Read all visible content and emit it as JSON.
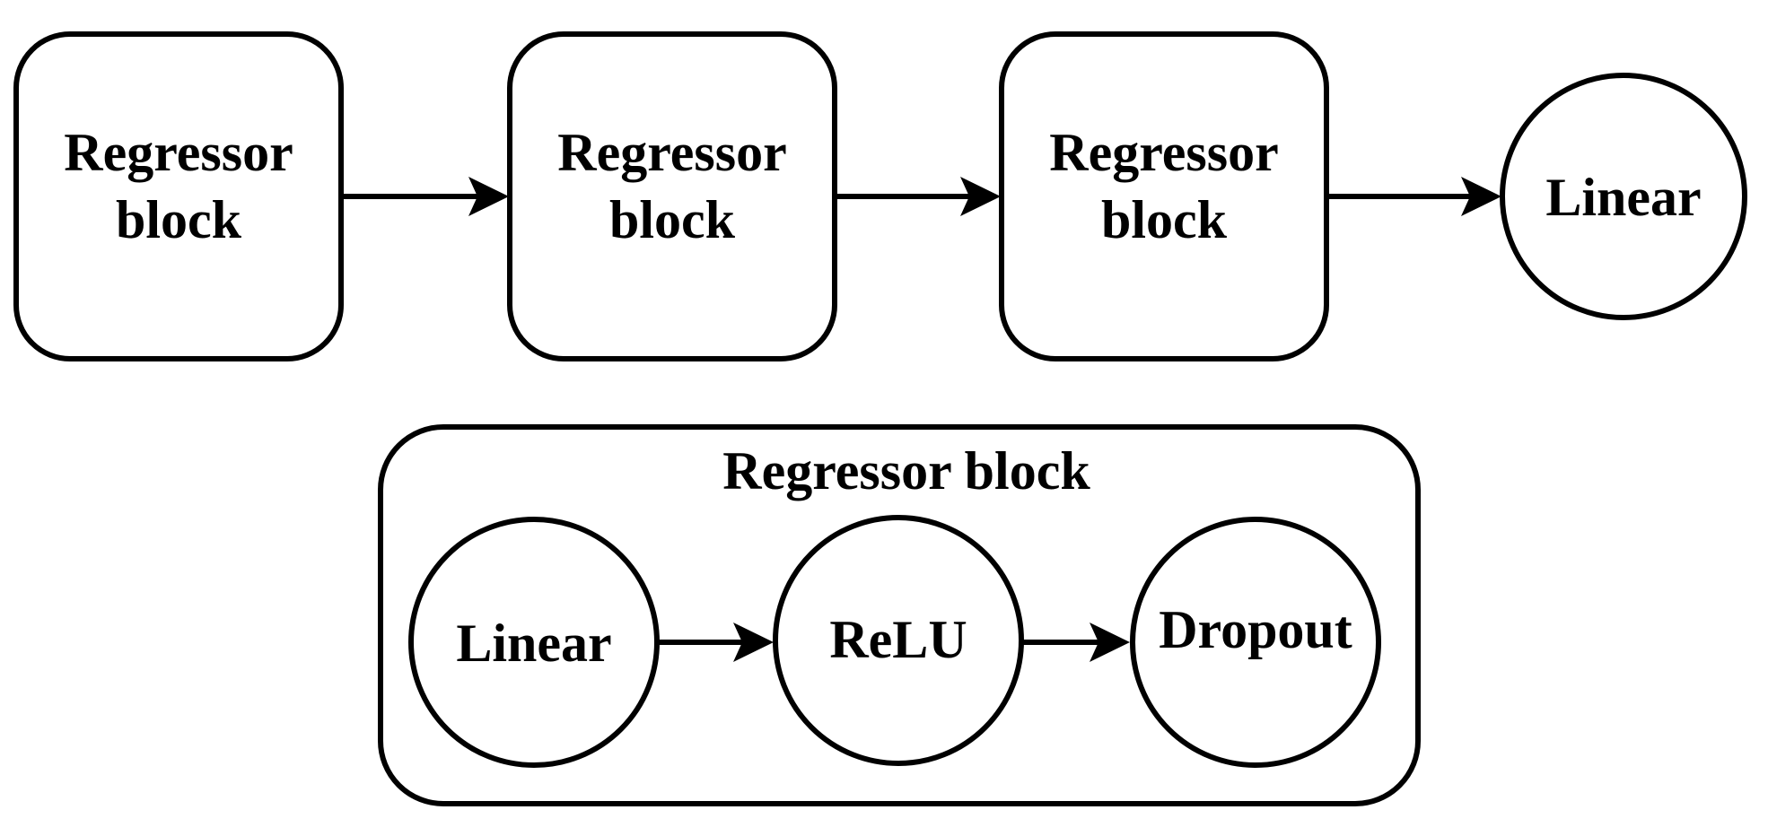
{
  "pipeline": {
    "blocks": [
      {
        "line1": "Regressor",
        "line2": "block"
      },
      {
        "line1": "Regressor",
        "line2": "block"
      },
      {
        "line1": "Regressor",
        "line2": "block"
      }
    ],
    "output_node": "Linear"
  },
  "detail": {
    "title": "Regressor block",
    "nodes": [
      "Linear",
      "ReLU",
      "Dropout"
    ]
  }
}
